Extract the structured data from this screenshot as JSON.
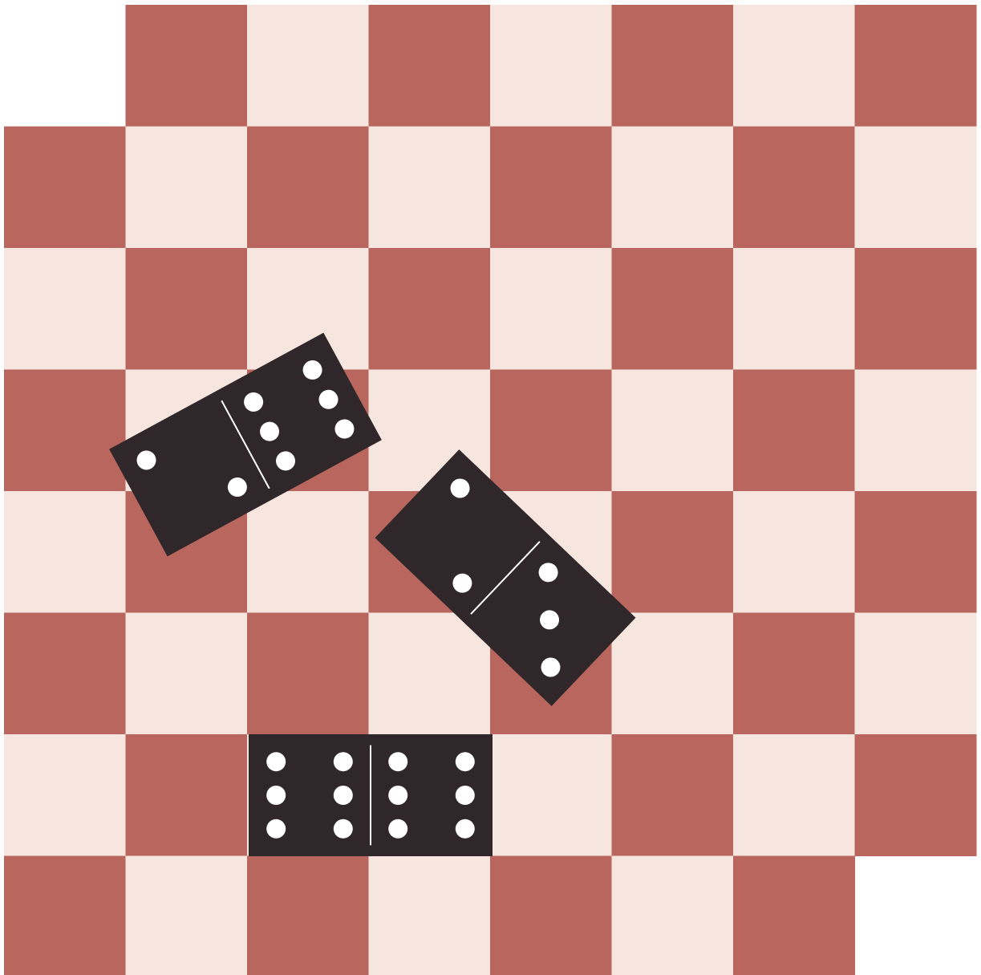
{
  "colors": {
    "background": "#ffffff",
    "dark_square": "#b8665e",
    "light_square": "#f6e6df",
    "domino_body": "#2f2729",
    "domino_body_alt": "#3a3033",
    "pip": "#ffffff",
    "divider": "#ffffff"
  },
  "board": {
    "columns": 8,
    "rows": 8,
    "missing_squares": [
      {
        "row": 0,
        "col": 0
      },
      {
        "row": 7,
        "col": 7
      }
    ]
  },
  "dominoes": [
    {
      "name": "domino-two-six",
      "halves": [
        2,
        6
      ],
      "orientation": "tilted"
    },
    {
      "name": "domino-two-three",
      "halves": [
        2,
        3
      ],
      "orientation": "tilted"
    },
    {
      "name": "domino-six-six",
      "halves": [
        6,
        6
      ],
      "orientation": "horizontal"
    }
  ]
}
